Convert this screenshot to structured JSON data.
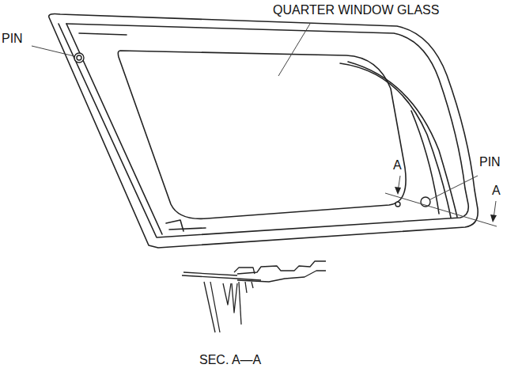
{
  "diagram": {
    "labels": [
      "QUARTER WINDOW GLASS",
      "PIN",
      "A",
      "PIN",
      "A",
      "SEC. A—A"
    ]
  }
}
